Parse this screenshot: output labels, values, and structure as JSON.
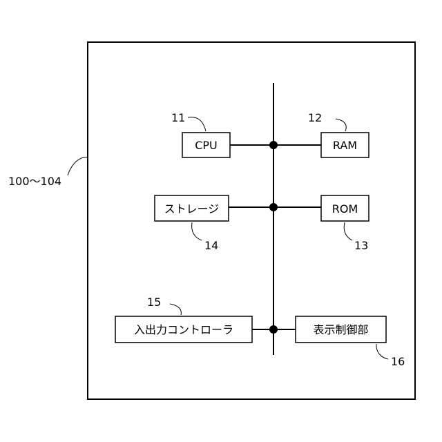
{
  "device_label": "100〜104",
  "blocks": {
    "cpu": {
      "label": "CPU",
      "ref": "11"
    },
    "ram": {
      "label": "RAM",
      "ref": "12"
    },
    "rom": {
      "label": "ROM",
      "ref": "13"
    },
    "storage": {
      "label": "ストレージ",
      "ref": "14"
    },
    "io": {
      "label": "入出力コントローラ",
      "ref": "15"
    },
    "display": {
      "label": "表示制御部",
      "ref": "16"
    }
  }
}
